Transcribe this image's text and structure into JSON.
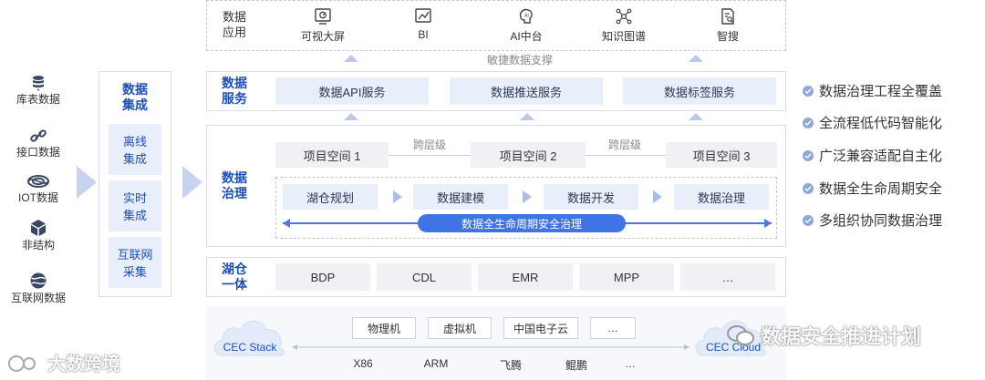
{
  "layers": {
    "app": {
      "title": "数据\n应用",
      "items": [
        {
          "label": "可视大屏",
          "icon": "dashboard-icon"
        },
        {
          "label": "BI",
          "icon": "bar-chart-icon"
        },
        {
          "label": "AI中台",
          "icon": "ai-brain-icon"
        },
        {
          "label": "知识图谱",
          "icon": "graph-icon"
        },
        {
          "label": "智搜",
          "icon": "search-doc-icon"
        }
      ]
    },
    "support_label": "敏捷数据支撑",
    "service": {
      "title": "数据\n服务",
      "items": [
        "数据API服务",
        "数据推送服务",
        "数据标签服务"
      ]
    },
    "governance": {
      "title": "数据\n治理",
      "spaces": [
        "项目空间 1",
        "项目空间 2",
        "项目空间 3"
      ],
      "cross_label": "跨层级",
      "flow": [
        "湖仓规划",
        "数据建模",
        "数据开发",
        "数据治理"
      ],
      "lifecycle": "数据全生命周期安全治理"
    },
    "lakehouse": {
      "title": "湖仓\n一体",
      "items": [
        "BDP",
        "CDL",
        "EMR",
        "MPP",
        "…"
      ]
    }
  },
  "integration": {
    "title": "数据\n集成",
    "items": [
      "离线\n集成",
      "实时\n集成",
      "互联网\n采集"
    ]
  },
  "sources": [
    {
      "label": "库表数据",
      "icon": "database-icon"
    },
    {
      "label": "接口数据",
      "icon": "link-icon"
    },
    {
      "label": "IOT数据",
      "icon": "iot-icon"
    },
    {
      "label": "非结构",
      "icon": "cube-icon"
    },
    {
      "label": "互联网数据",
      "icon": "globe-icon"
    }
  ],
  "features": [
    "数据治理工程全覆盖",
    "全流程低代码智能化",
    "广泛兼容适配自主化",
    "数据全生命周期安全",
    "多组织协同数据治理"
  ],
  "infra": {
    "left_cloud": "CEC Stack",
    "right_cloud": "CEC Cloud",
    "row1": [
      "物理机",
      "虚拟机",
      "中国电子云",
      "…"
    ],
    "row2": [
      "X86",
      "ARM",
      "飞腾",
      "鲲鹏",
      "…"
    ]
  },
  "watermarks": {
    "left": "大数跨境",
    "right": "数据安全推进计划"
  },
  "colors": {
    "accent": "#1d4fb8",
    "light_fill": "#e9eefb",
    "lifecycle_bar": "#3f73e6"
  }
}
